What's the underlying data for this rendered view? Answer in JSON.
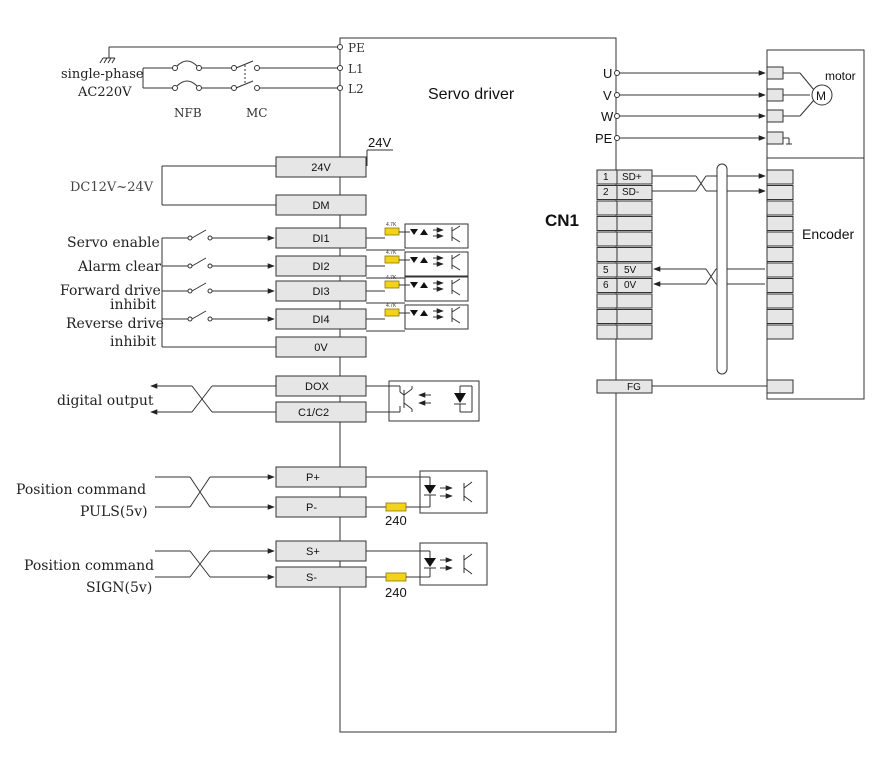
{
  "driver": {
    "title": "Servo driver",
    "cn1_label": "CN1"
  },
  "power": {
    "source_line1": "single-phase",
    "source_line2": "AC220V",
    "breaker_label": "NFB",
    "contactor_label": "MC",
    "terminals": [
      "PE",
      "L1",
      "L2"
    ]
  },
  "motor": {
    "label": "motor",
    "symbol": "M",
    "terminals": [
      "U",
      "V",
      "W",
      "PE"
    ]
  },
  "encoder": {
    "label": "Encoder",
    "pins": [
      {
        "num": "1",
        "name": "SD+"
      },
      {
        "num": "2",
        "name": "SD-"
      },
      {
        "num": "5",
        "name": "5V"
      },
      {
        "num": "6",
        "name": "0V"
      }
    ],
    "fg_label": "FG"
  },
  "inputs": {
    "supply_label": "DC12V~24V",
    "internal_voltage": "24V",
    "pins": [
      "24V",
      "DM",
      "DI1",
      "DI2",
      "DI3",
      "DI4",
      "0V"
    ],
    "resistor_value": "4.7K",
    "signals": [
      "Servo enable",
      "Alarm clear",
      "Forward drive",
      "inhibit",
      "Reverse drive",
      "inhibit"
    ]
  },
  "outputs": {
    "label": "digital output",
    "pins": [
      "DOX",
      "C1/C2"
    ]
  },
  "position": {
    "puls_label_line1": "Position command",
    "puls_label_line2": "PULS(5v)",
    "sign_label_line1": "Position command",
    "sign_label_line2": "SIGN(5v)",
    "puls_pins": [
      "P+",
      "P-"
    ],
    "sign_pins": [
      "S+",
      "S-"
    ],
    "resistor_value": "240"
  }
}
